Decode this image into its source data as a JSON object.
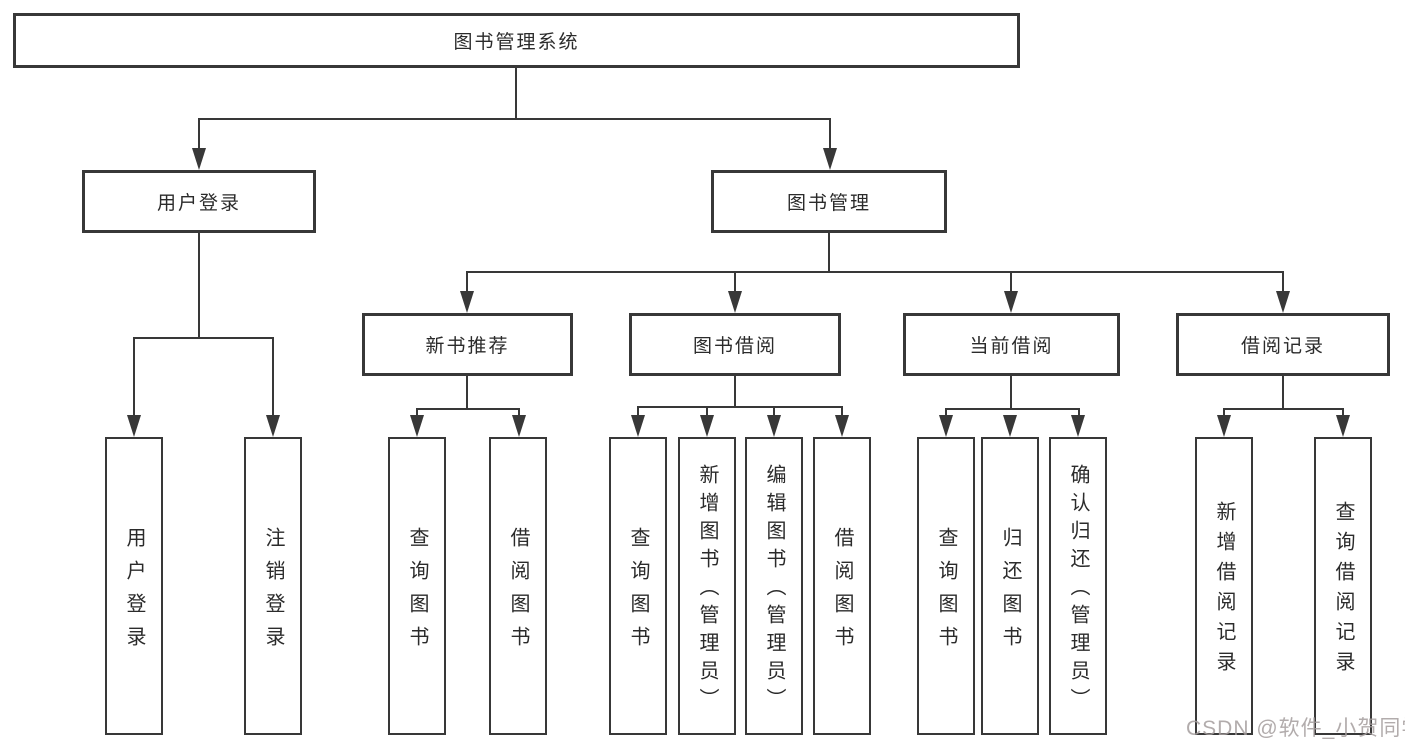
{
  "diagram_type": "hierarchy-chart",
  "colors": {
    "background": "#ffffff",
    "box_border": "#383838",
    "connector_line": "#383838",
    "text": "#2b2b2b",
    "watermark_text": "#a49e9e"
  },
  "tree": {
    "label": "图书管理系统",
    "children": [
      {
        "label": "用户登录",
        "children": [
          {
            "label": "用户登录"
          },
          {
            "label": "注销登录"
          }
        ]
      },
      {
        "label": "图书管理",
        "children": [
          {
            "label": "新书推荐",
            "children": [
              {
                "label": "查询图书"
              },
              {
                "label": "借阅图书"
              }
            ]
          },
          {
            "label": "图书借阅",
            "children": [
              {
                "label": "查询图书"
              },
              {
                "label": "新增图书（管理员）"
              },
              {
                "label": "编辑图书（管理员）"
              },
              {
                "label": "借阅图书"
              }
            ]
          },
          {
            "label": "当前借阅",
            "children": [
              {
                "label": "查询图书"
              },
              {
                "label": "归还图书"
              },
              {
                "label": "确认归还（管理员）"
              }
            ]
          },
          {
            "label": "借阅记录",
            "children": [
              {
                "label": "新增借阅记录"
              },
              {
                "label": "查询借阅记录"
              }
            ]
          }
        ]
      }
    ]
  },
  "watermark": {
    "text": "CSDN @软件_小贺同学"
  }
}
